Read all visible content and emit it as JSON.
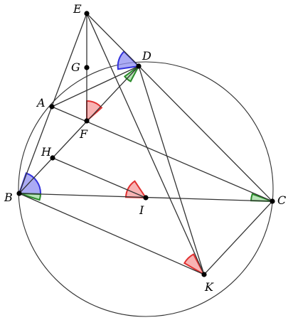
{
  "diagram": {
    "points": [
      {
        "id": "E",
        "label": "E"
      },
      {
        "id": "G",
        "label": "G"
      },
      {
        "id": "D",
        "label": "D"
      },
      {
        "id": "A",
        "label": "A"
      },
      {
        "id": "F",
        "label": "F"
      },
      {
        "id": "H",
        "label": "H"
      },
      {
        "id": "B",
        "label": "B"
      },
      {
        "id": "I",
        "label": "I"
      },
      {
        "id": "C",
        "label": "C"
      },
      {
        "id": "K",
        "label": "K"
      }
    ],
    "segments": [
      [
        "E",
        "B"
      ],
      [
        "E",
        "K"
      ],
      [
        "E",
        "C"
      ],
      [
        "E",
        "F"
      ],
      [
        "A",
        "C"
      ],
      [
        "A",
        "D"
      ],
      [
        "B",
        "D"
      ],
      [
        "B",
        "C"
      ],
      [
        "B",
        "K"
      ],
      [
        "K",
        "C"
      ],
      [
        "D",
        "K"
      ],
      [
        "H",
        "I"
      ]
    ],
    "angle_marks": [
      {
        "vertex": "D",
        "color": "blue"
      },
      {
        "vertex": "D",
        "color": "green"
      },
      {
        "vertex": "B",
        "color": "blue"
      },
      {
        "vertex": "B",
        "color": "green"
      },
      {
        "vertex": "C",
        "color": "green"
      },
      {
        "vertex": "F",
        "color": "red"
      },
      {
        "vertex": "I",
        "color": "red"
      },
      {
        "vertex": "K",
        "color": "red"
      }
    ],
    "colors": {
      "blue": "#3333dd",
      "green": "#2a8a2a",
      "red": "#e03030"
    }
  }
}
